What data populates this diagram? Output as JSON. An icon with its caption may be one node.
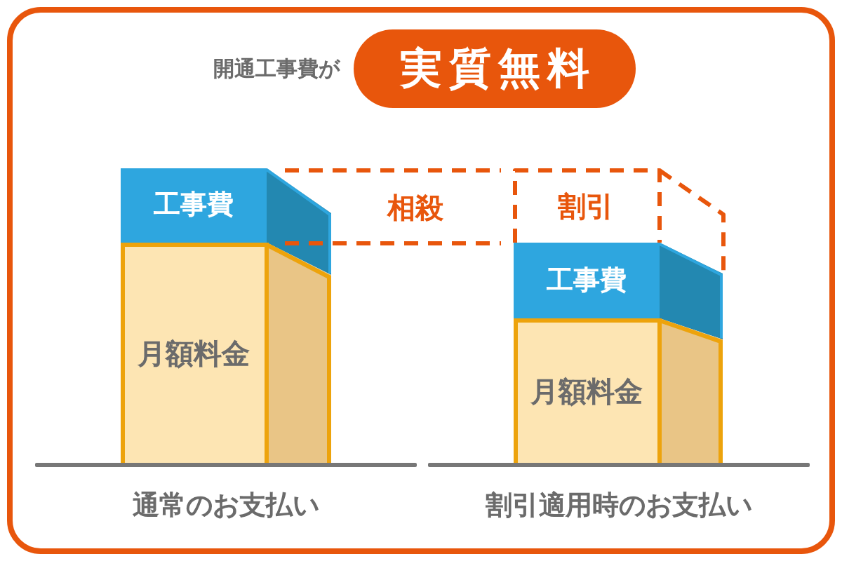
{
  "diagram": {
    "nodes": [
      {
        "text": [
          "実質無料"
        ],
        "beside": [
          "開通工事費が"
        ]
      },
      {
        "text": [
          "工事費"
        ]
      },
      {
        "text": [
          "月額料金"
        ]
      },
      {
        "text": [
          "相殺"
        ]
      },
      {
        "text": [
          "割引"
        ]
      },
      {
        "text": [
          "工事費"
        ]
      },
      {
        "text": [
          "月額料金"
        ]
      }
    ],
    "labels": [
      "通常のお支払い",
      "割引適用時のお支払い"
    ]
  }
}
